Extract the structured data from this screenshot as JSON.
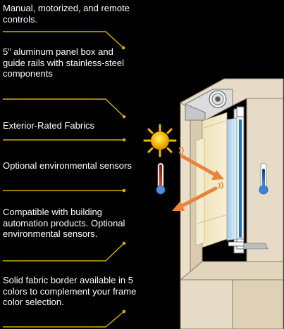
{
  "features": [
    {
      "text": "Manual, motorized, and remote controls."
    },
    {
      "text": "5” aluminum panel box and guide rails with stainless-steel components"
    },
    {
      "text": "Exterior-Rated Fabrics"
    },
    {
      "text": "Optional environmental sensors"
    },
    {
      "text": "Compatible with building automation products. Optional environmental sensors."
    },
    {
      "text": "Solid fabric border available in 5 colors to complement your frame color selection."
    }
  ],
  "colors": {
    "background": "#000000",
    "leader_line": "#d4b000",
    "wall": "#e6dbc6",
    "wall_shadow": "#cfc0a3",
    "fabric": "#f2e9c6",
    "glass": "#bcdaf0",
    "arrow": "#e8833a",
    "sun": "#f5b800"
  },
  "icons": [
    "sun-icon",
    "thermometer-hot-icon",
    "thermometer-cold-icon",
    "heat-arrow-icon"
  ]
}
